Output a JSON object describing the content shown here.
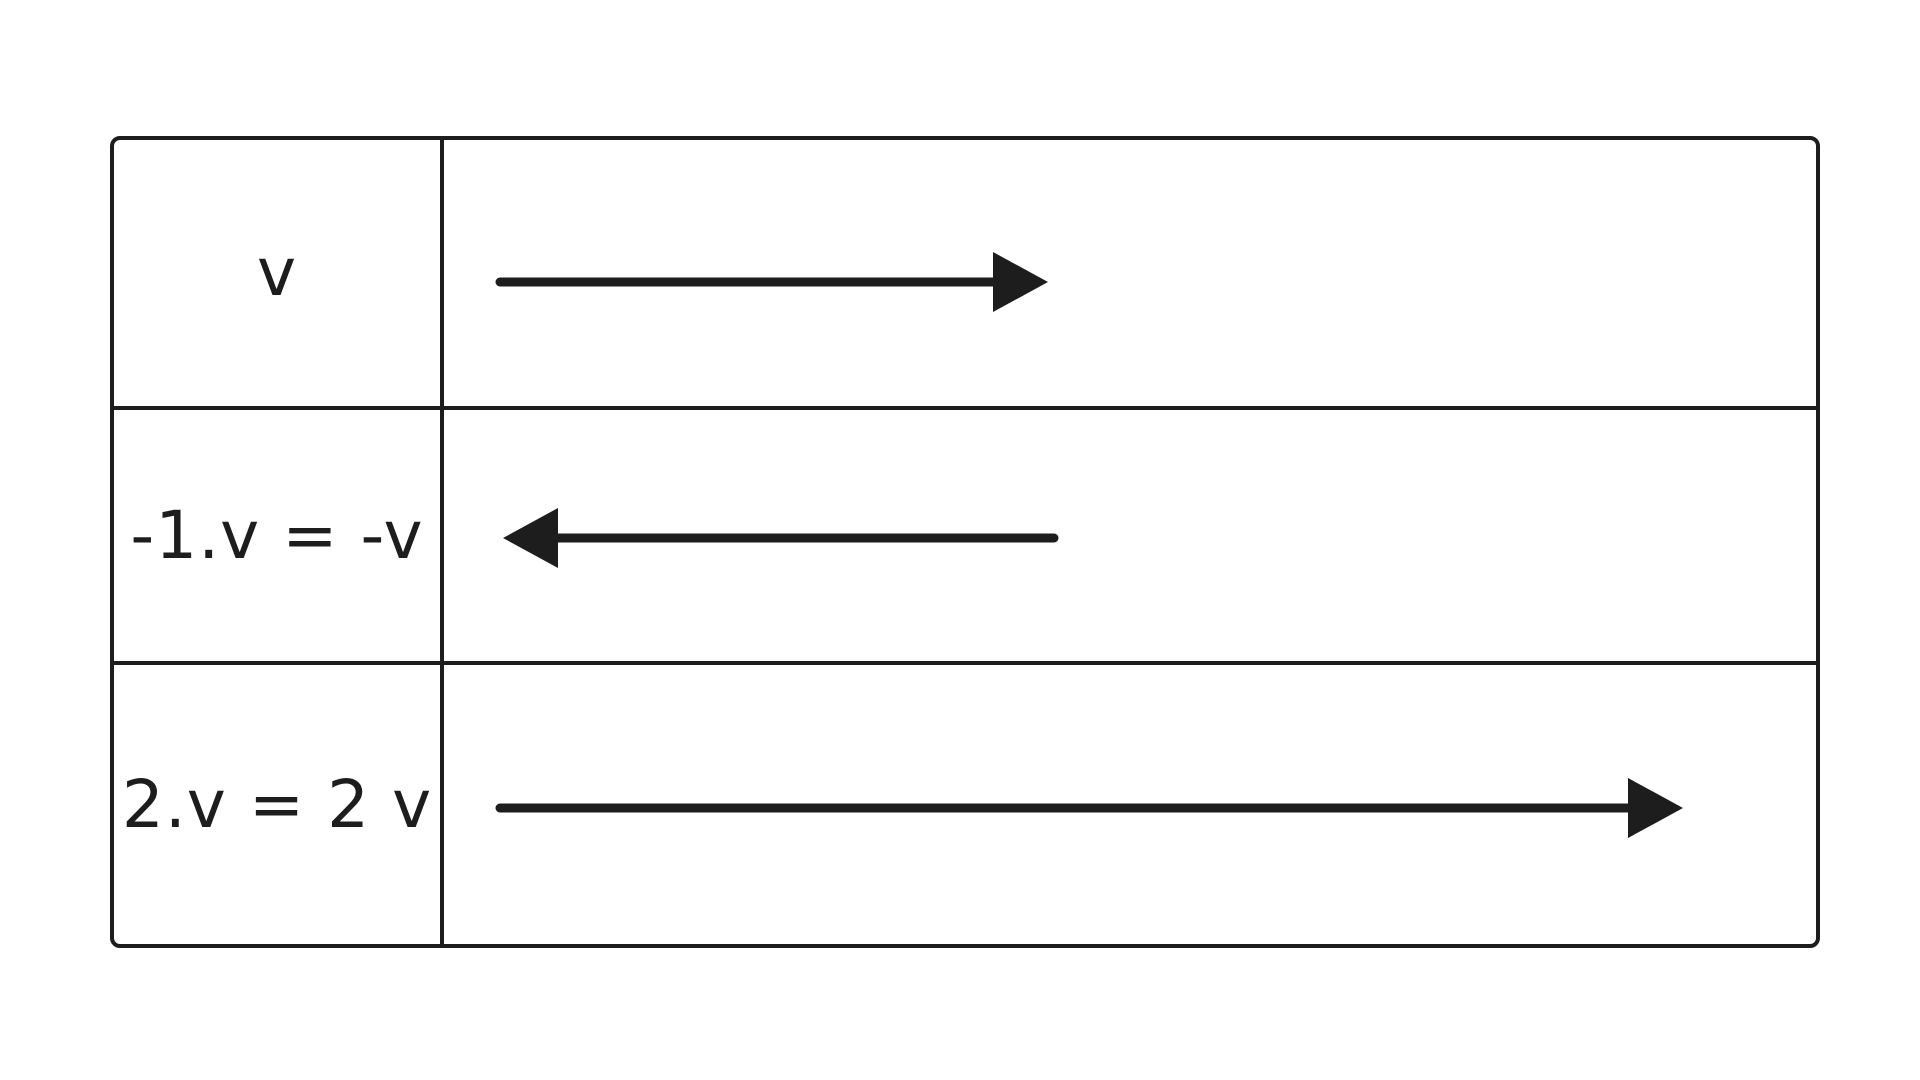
{
  "rows": [
    {
      "label": "v",
      "scalar": 1
    },
    {
      "label": "-1.v = -v",
      "scalar": -1
    },
    {
      "label": "2.v = 2 v",
      "scalar": 2
    }
  ],
  "colors": {
    "stroke": "#1d1d1d",
    "background": "#ffffff"
  }
}
